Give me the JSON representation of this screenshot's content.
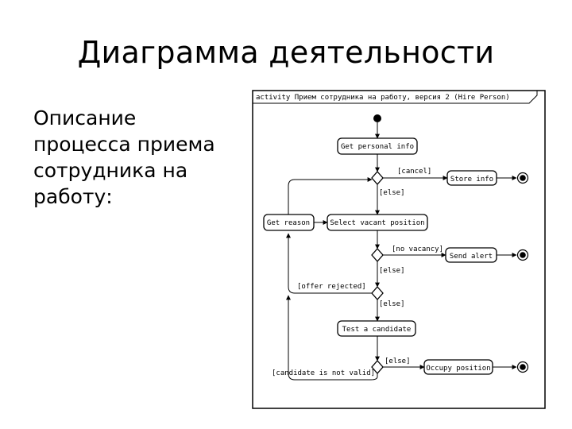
{
  "slide": {
    "title": "Диаграмма деятельности",
    "description_lines": [
      "Описание",
      "процесса приема",
      "сотрудника на",
      "работу:"
    ]
  },
  "diagram": {
    "frame_label": "activity Прием сотрудника на работу, версия 2 (Hire Person)",
    "actions": {
      "get_personal_info": "Get personal info",
      "store_info": "Store info",
      "get_reason": "Get reason",
      "select_vacant_position": "Select vacant position",
      "send_alert": "Send alert",
      "test_candidate": "Test a candidate",
      "occupy_position": "Occupy position"
    },
    "guards": {
      "cancel": "[cancel]",
      "else_1": "[else]",
      "no_vacancy": "[no vacancy]",
      "else_2": "[else]",
      "offer_rejected": "[offer rejected]",
      "else_3": "[else]",
      "else_4": "[else]",
      "candidate_not_valid": "[candidate is not valid]"
    }
  }
}
